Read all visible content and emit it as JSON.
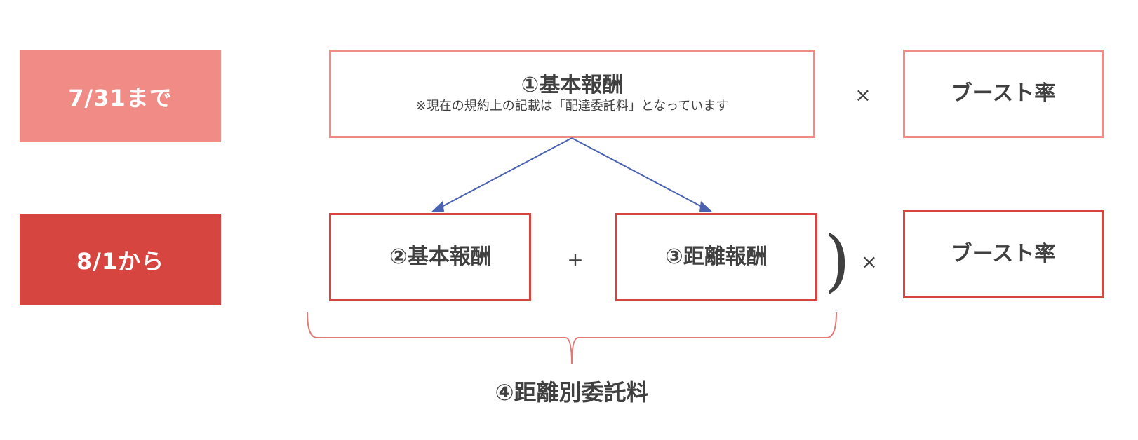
{
  "colors": {
    "old_period": "#F08B86",
    "old_border": "#F08B86",
    "new_period": "#D64540",
    "arrow": "#4A62B0",
    "brace": "#E07A75",
    "text": "#404040"
  },
  "rows": {
    "old": {
      "period": "7/31まで",
      "base_fee_title": "①基本報酬",
      "base_fee_note": "※現在の規約上の記載は「配達委託料」となっています",
      "multiply": "×",
      "boost": "ブースト率"
    },
    "new": {
      "period": "8/1から",
      "paren_open": "(",
      "base_fee_title": "②基本報酬",
      "plus": "+",
      "distance_fee_title": "③距離報酬",
      "paren_close": ")",
      "multiply": "×",
      "boost": "ブースト率"
    }
  },
  "bottom_label": "④距離別委託料",
  "icons": {
    "arrow_left": "arrow-down-left-icon",
    "arrow_right": "arrow-down-right-icon",
    "brace": "curly-brace-icon"
  }
}
